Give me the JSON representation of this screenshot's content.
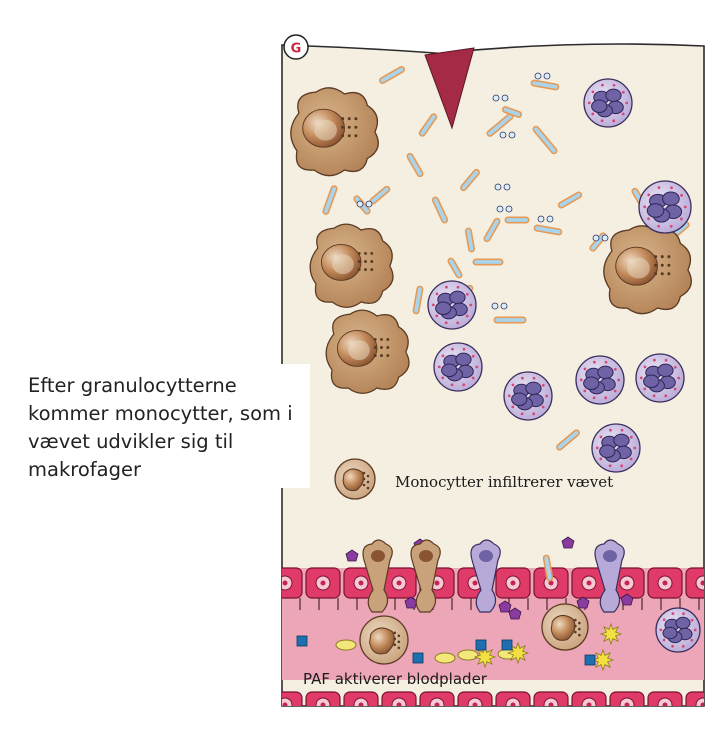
{
  "panel_badge": "G",
  "caption_lines": [
    "Efter granulocytterne",
    "kommer monocytter, som i",
    "vævet udvikler sig til",
    "makrofager"
  ],
  "labels": {
    "monocytes": "Monocytter infiltrerer vævet",
    "paf": "PAF aktiverer blodplader"
  },
  "colors": {
    "tissue": "#f4efe0",
    "vessel": "#eca6b7",
    "endothelium": "#e03a68",
    "macrophage": "#c69668",
    "neutrophil": "#c8bde2",
    "bacteria_fill": "#a9d4ec",
    "bacteria_outline": "#e69a55",
    "wound": "#a52a45",
    "paf": "#8a3b9e",
    "platelet_active": "#f2e041",
    "platelet": "#f4e77a",
    "marker": "#1e6fb0"
  },
  "icons": [
    "bacteria-icon",
    "macrophage-icon",
    "neutrophil-icon",
    "monocyte-icon",
    "endothelial-cell-icon",
    "platelet-icon",
    "paf-molecule-icon",
    "wound-icon"
  ]
}
